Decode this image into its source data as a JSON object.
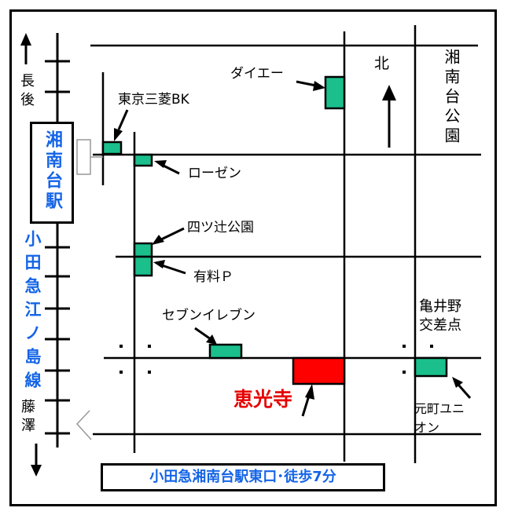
{
  "map": {
    "north_label": "北",
    "station": {
      "name": "湘南台駅"
    },
    "railway": {
      "name": "小田急江ノ島線",
      "direction_north": "長後",
      "direction_south": "藤澤"
    },
    "park_label": "湘南台公園",
    "landmarks": {
      "daiei": "ダイエー",
      "tokyo_mitsubishi": "東京三菱BK",
      "rosen": "ローゼン",
      "yotsutsuji_park": "四ツ辻公園",
      "parking": "有料Ｐ",
      "seven_eleven": "セブンイレブン",
      "kamei_line1": "亀井野",
      "kamei_line2": "交差点",
      "motomachi_line1": "元町ユニ",
      "motomachi_line2": "オン"
    },
    "destination": "恵光寺",
    "footer": "小田急湘南台駅東口･徒歩7分"
  },
  "colors": {
    "building": "#1abf8c",
    "destination": "#ff0000",
    "label_blue": "#1464e6",
    "label_red": "#e60000"
  }
}
